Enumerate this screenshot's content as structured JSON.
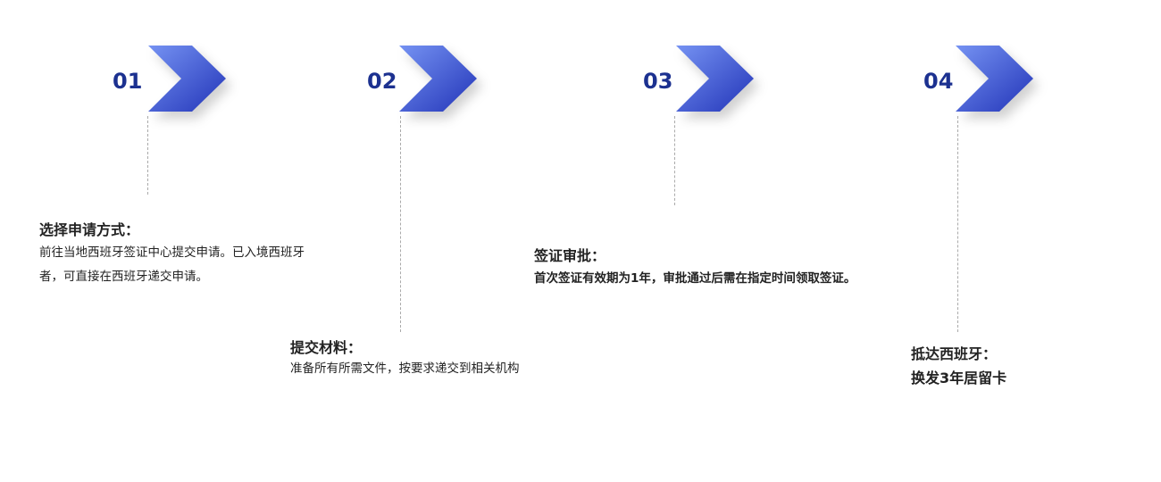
{
  "colors": {
    "accent_dark": "#1c3190",
    "chevron_light": "#6f8cf0",
    "chevron_dark": "#2a3fc0"
  },
  "steps": [
    {
      "number": "01",
      "title": "选择申请方式：",
      "desc": "前往当地西班牙签证中心提交申请。已入境西班牙者，可直接在西班牙递交申请。"
    },
    {
      "number": "02",
      "title": "提交材料：",
      "desc": "准备所有所需文件，按要求递交到相关机构"
    },
    {
      "number": "03",
      "title": "签证审批：",
      "desc": "首次签证有效期为1年，审批通过后需在指定时间领取签证。"
    },
    {
      "number": "04",
      "title": "抵达西班牙：",
      "desc": "换发3年居留卡"
    }
  ]
}
